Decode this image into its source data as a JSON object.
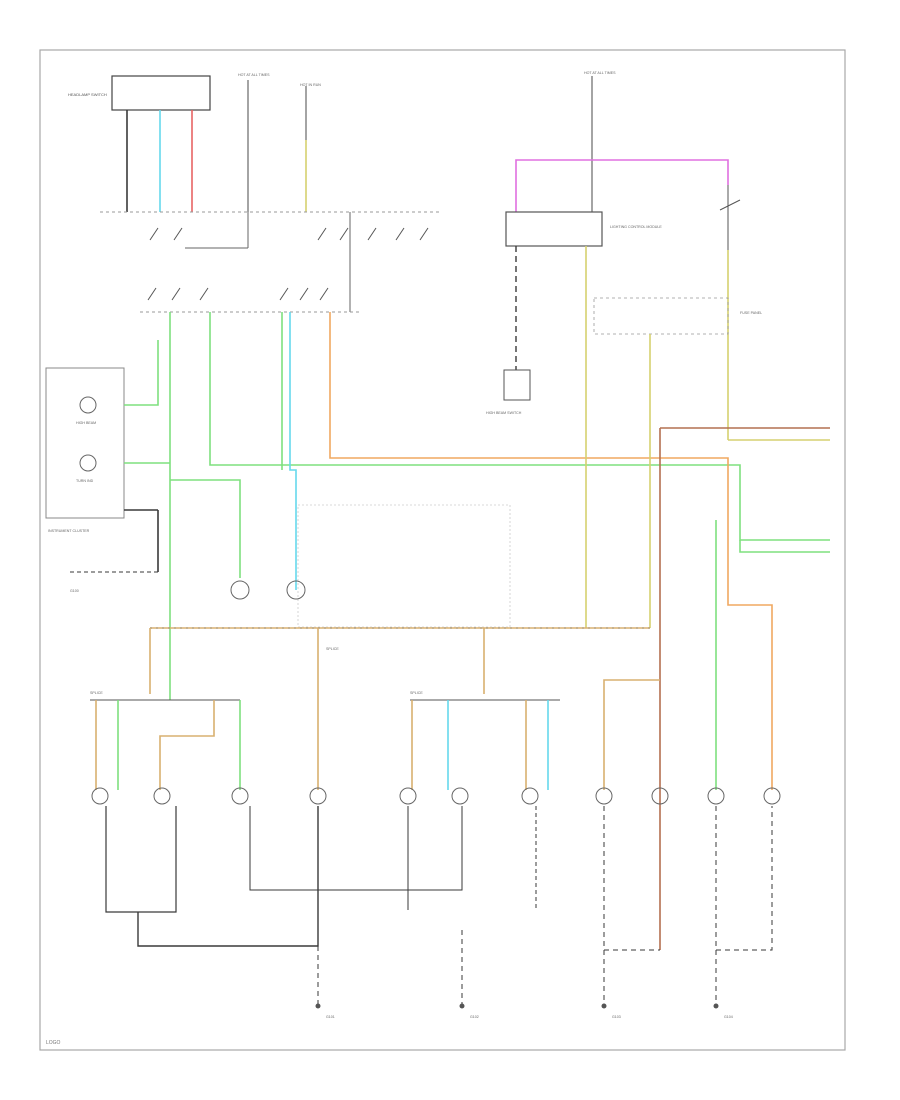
{
  "colors": {
    "frame": "#a8a8a8",
    "black": "#3a3a3a",
    "gray": "#8e8e8e",
    "light_green": "#7ee07e",
    "light_blue": "#66d8ec",
    "red": "#e86464",
    "yellow": "#d6d070",
    "pink": "#e070e0",
    "orange": "#f0a860",
    "tan": "#d8b070",
    "brown": "#b47050"
  },
  "labels": {
    "main_switch_box": "HEADLAMP SWITCH",
    "fuse_top_left": "HOT AT ALL TIMES",
    "fuse_top_mid": "HOT IN RUN",
    "fuse_panel": "FUSE PANEL",
    "fuse_right": "HOT AT ALL TIMES",
    "relay_module": "LIGHTING CONTROL MODULE",
    "ground_module": "HIGH BEAM SWITCH",
    "left_box": "INSTRUMENT CLUSTER",
    "high_beam": "HIGH BEAM",
    "turn_ind": "TURN IND",
    "splice_left": "SPLICE",
    "splice_center": "SPLICE",
    "splice_right": "SPLICE",
    "ground_left": "G100",
    "ground_1": "G101",
    "ground_2": "G102",
    "ground_3": "G103",
    "ground_4": "G104",
    "code": "LOGO"
  }
}
